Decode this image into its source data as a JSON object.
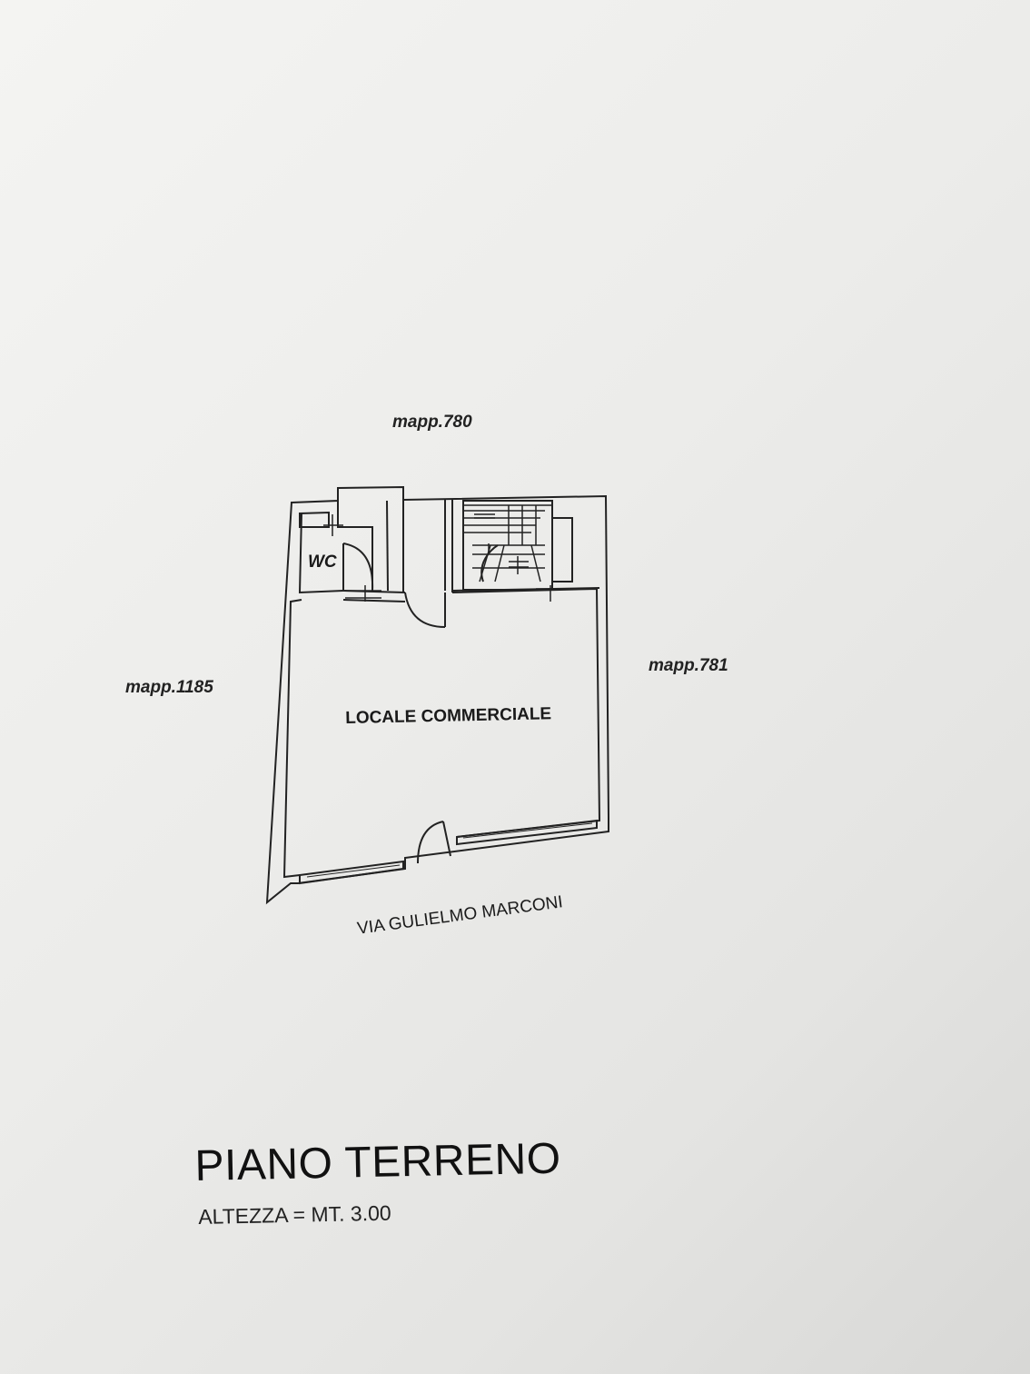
{
  "labels": {
    "north": "mapp.780",
    "east": "mapp.781",
    "west": "mapp.1185",
    "main_room": "LOCALE COMMERCIALE",
    "wc": "WC",
    "street": "VIA GULIELMO MARCONI"
  },
  "title": {
    "floor": "PIANO TERRENO",
    "height": "ALTEZZA  = MT. 3.00"
  }
}
